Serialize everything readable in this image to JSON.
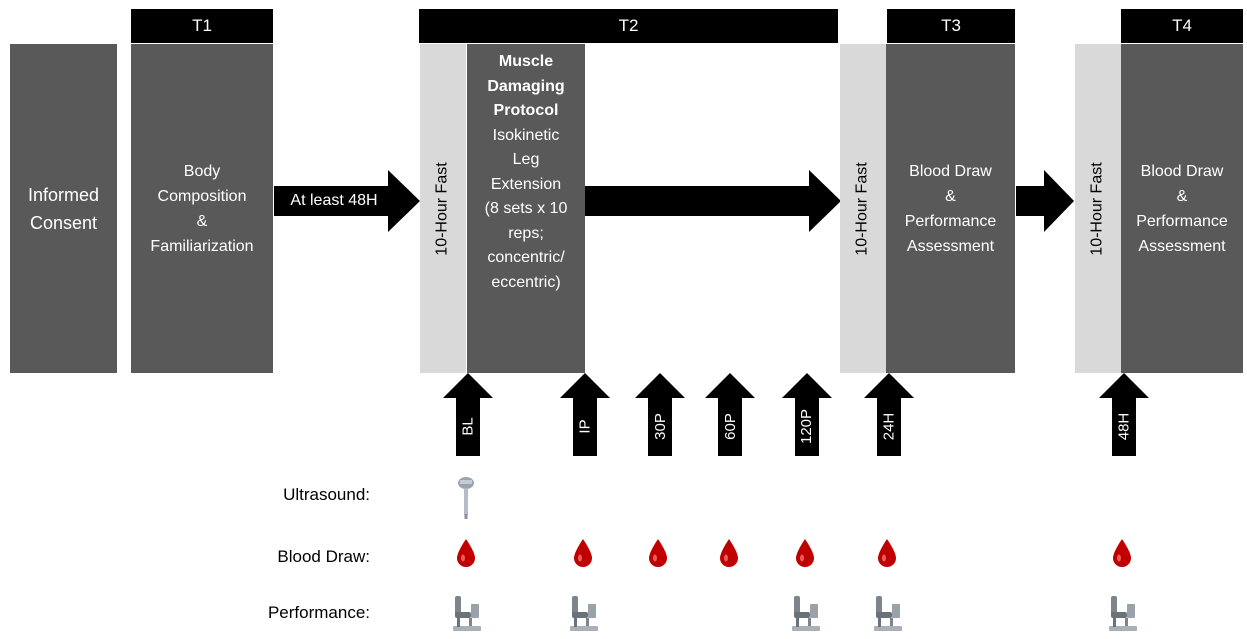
{
  "phases": {
    "t1": "T1",
    "t2": "T2",
    "t3": "T3",
    "t4": "T4"
  },
  "boxes": {
    "consent": [
      "Informed",
      "Consent"
    ],
    "body_comp": [
      "Body",
      "Composition",
      "&",
      "Familiarization"
    ],
    "protocol_title": [
      "Muscle",
      "Damaging",
      "Protocol"
    ],
    "protocol_body": [
      "Isokinetic",
      "Leg",
      "Extension",
      "(8 sets x 10",
      "reps;",
      "concentric/",
      "eccentric)"
    ],
    "t3_box": [
      "Blood Draw",
      "&",
      "Performance",
      "Assessment"
    ],
    "t4_box": [
      "Blood Draw",
      "&",
      "Performance",
      "Assessment"
    ]
  },
  "fast_label": "10-Hour Fast",
  "arrow_label": "At least 48H",
  "timepoints": [
    "BL",
    "IP",
    "30P",
    "60P",
    "120P",
    "24H",
    "48H"
  ],
  "rows": {
    "ultrasound": "Ultrasound:",
    "blood_draw": "Blood Draw:",
    "performance": "Performance:"
  },
  "colors": {
    "dark_box": "#595959",
    "fast_box": "#d9d9d9",
    "arrow": "#000000",
    "blood": "#c00000"
  },
  "icons": {
    "ultrasound": "ultrasound-probe-icon",
    "blood": "blood-drop-icon",
    "performance": "dynamometer-chair-icon"
  }
}
